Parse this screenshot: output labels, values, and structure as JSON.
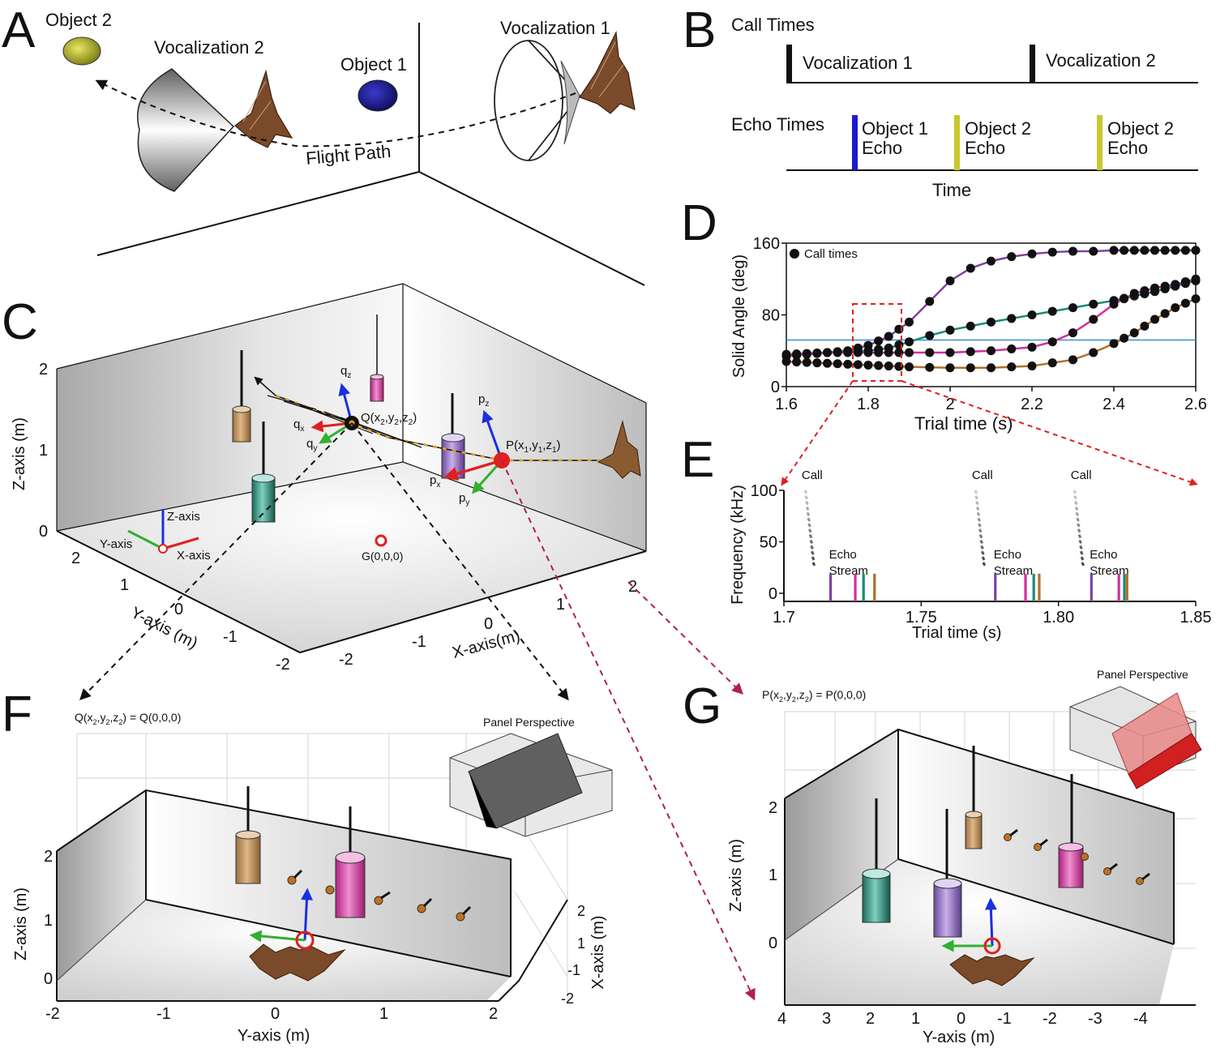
{
  "panels": {
    "A": "A",
    "B": "B",
    "C": "C",
    "D": "D",
    "E": "E",
    "F": "F",
    "G": "G"
  },
  "colors": {
    "object1": "#1a1a8f",
    "object2": "#c8c830",
    "bat": "#7a4a2a",
    "purple": "#8040a0",
    "magenta": "#d0309a",
    "teal": "#1a8a7a",
    "orange": "#b0702a",
    "red": "#e02020",
    "green": "#30b030",
    "blue": "#1a30e0",
    "threshold": "#3a90d0"
  },
  "panel_a": {
    "object2": "Object 2",
    "object1": "Object 1",
    "vocalization2": "Vocalization 2",
    "vocalization1": "Vocalization 1",
    "flight_path": "Flight Path"
  },
  "panel_b": {
    "call_times": "Call Times",
    "vocalization1": "Vocalization 1",
    "vocalization2": "Vocalization 2",
    "echo_times": "Echo Times",
    "object1": "Object 1",
    "object2a": "Object 2",
    "object2b": "Object 2",
    "echo": "Echo",
    "time": "Time"
  },
  "panel_c": {
    "z_label": "Z-axis (m)",
    "y_label": "Y-axis (m)",
    "x_label": "X-axis(m)",
    "z_ticks": [
      "2",
      "1",
      "0"
    ],
    "y_ticks": [
      "2",
      "1",
      "0",
      "-1",
      "-2"
    ],
    "x_ticks": [
      "-2",
      "-1",
      "0",
      "1",
      "2"
    ],
    "q_point": "Q(x",
    "p_point": "P(x",
    "g_point": "G(0,0,0)",
    "qz": "q",
    "qx": "q",
    "qy": "q",
    "pz": "p",
    "px": "p",
    "py": "p",
    "sub_z": "z",
    "sub_x": "x",
    "sub_y": "y",
    "axis_z": "Z-axis",
    "axis_y": "Y-axis",
    "axis_x": "X-axis"
  },
  "panel_d": {
    "ylabel": "Solid Angle (deg)",
    "xlabel": "Trial time (s)",
    "legend": "Call times"
  },
  "panel_e": {
    "ylabel": "Frequency (kHz)",
    "xlabel": "Trial time (s)",
    "call": "Call",
    "echo": "Echo",
    "stream": "Stream"
  },
  "panel_f": {
    "eq_prefix": "Q(x",
    "eq_suffix": ") = Q(0,0,0)",
    "perspective": "Panel Perspective",
    "zlabel": "Z-axis (m)",
    "ylabel": "Y-axis (m)",
    "xlabel": "X-axis (m)",
    "z_ticks": [
      "2",
      "1",
      "0"
    ],
    "y_ticks": [
      "-2",
      "-1",
      "0",
      "1",
      "2"
    ],
    "x_ticks": [
      "2",
      "1",
      "-1",
      "-2"
    ]
  },
  "panel_g": {
    "eq_prefix": "P(x",
    "eq_suffix": ") = P(0,0,0)",
    "perspective": "Panel Perspective",
    "zlabel": "Z-axis (m)",
    "ylabel": "Y-axis (m)",
    "z_ticks": [
      "2",
      "1",
      "0"
    ],
    "y_ticks": [
      "4",
      "3",
      "2",
      "1",
      "0",
      "-1",
      "-2",
      "-3",
      "-4"
    ]
  },
  "chart_data": [
    {
      "type": "line",
      "xlabel": "Trial time (s)",
      "ylabel": "Solid Angle (deg)",
      "xlim": [
        1.6,
        2.6
      ],
      "ylim": [
        0,
        160
      ],
      "x_ticks": [
        1.6,
        1.8,
        2,
        2.2,
        2.4,
        2.6
      ],
      "x_tick_labels": [
        "1.6",
        "1.8",
        "2",
        "2.2",
        "2.4",
        "2.6"
      ],
      "y_ticks": [
        0,
        80,
        160
      ],
      "y_tick_labels": [
        "0",
        "80",
        "160"
      ],
      "legend": "Call times",
      "legend_position": "top-left",
      "threshold": 52,
      "series": [
        {
          "color": "#8040a0",
          "x": [
            1.6,
            1.65,
            1.7,
            1.75,
            1.8,
            1.85,
            1.9,
            1.95,
            2.0,
            2.05,
            2.1,
            2.15,
            2.2,
            2.25,
            2.3,
            2.35,
            2.4,
            2.45,
            2.5,
            2.55,
            2.6
          ],
          "y": [
            34,
            36,
            38,
            40,
            46,
            56,
            72,
            95,
            118,
            132,
            140,
            145,
            148,
            150,
            151,
            151,
            152,
            152,
            152,
            152,
            152
          ]
        },
        {
          "color": "#1a8a7a",
          "x": [
            1.6,
            1.7,
            1.8,
            1.85,
            1.9,
            1.95,
            2.0,
            2.1,
            2.2,
            2.3,
            2.4,
            2.5,
            2.6
          ],
          "y": [
            35,
            38,
            40,
            43,
            50,
            57,
            63,
            72,
            80,
            88,
            96,
            106,
            118
          ]
        },
        {
          "color": "#d0309a",
          "x": [
            1.6,
            1.7,
            1.8,
            1.9,
            2.0,
            2.1,
            2.2,
            2.25,
            2.3,
            2.35,
            2.4,
            2.45,
            2.5,
            2.55,
            2.6
          ],
          "y": [
            36,
            38,
            38,
            38,
            38,
            40,
            44,
            50,
            60,
            75,
            92,
            104,
            110,
            114,
            120
          ]
        },
        {
          "color": "#b0702a",
          "x": [
            1.6,
            1.7,
            1.8,
            1.9,
            2.0,
            2.1,
            2.2,
            2.3,
            2.35,
            2.4,
            2.45,
            2.5,
            2.55,
            2.6
          ],
          "y": [
            28,
            26,
            24,
            22,
            21,
            21,
            23,
            30,
            38,
            48,
            60,
            75,
            88,
            98
          ]
        }
      ],
      "call_times": [
        1.6,
        1.625,
        1.65,
        1.675,
        1.7,
        1.725,
        1.75,
        1.775,
        1.8,
        1.825,
        1.85,
        1.875,
        1.9,
        1.95,
        2.0,
        2.05,
        2.1,
        2.15,
        2.2,
        2.25,
        2.3,
        2.35,
        2.4,
        2.425,
        2.45,
        2.475,
        2.5,
        2.525,
        2.55,
        2.575,
        2.6
      ]
    },
    {
      "type": "scatter",
      "xlabel": "Trial time (s)",
      "ylabel": "Frequency (kHz)",
      "xlim": [
        1.7,
        1.85
      ],
      "ylim": [
        0,
        100
      ],
      "x_ticks": [
        1.7,
        1.75,
        1.8,
        1.85
      ],
      "x_tick_labels": [
        "1.7",
        "1.75",
        "1.80",
        "1.85"
      ],
      "y_ticks": [
        0,
        50,
        100
      ],
      "y_tick_labels": [
        "0",
        "50",
        "100"
      ],
      "calls": [
        1.71,
        1.772,
        1.808
      ],
      "echo_groups": [
        {
          "purple": 1.717,
          "magenta": 1.726,
          "teal": 1.729,
          "orange": 1.733
        },
        {
          "purple": 1.777,
          "magenta": 1.788,
          "teal": 1.791,
          "orange": 1.793
        },
        {
          "purple": 1.812,
          "magenta": 1.822,
          "teal": 1.824,
          "orange": 1.825
        }
      ]
    }
  ]
}
